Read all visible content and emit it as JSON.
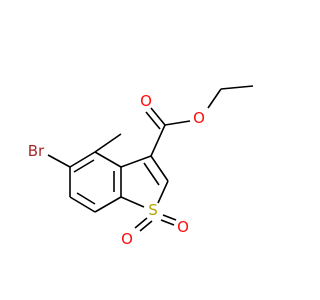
{
  "molecule": {
    "atoms": [
      {
        "id": "br",
        "symbol": "Br",
        "color": "#A62929"
      },
      {
        "id": "s1",
        "symbol": "S",
        "color": "#B2A500"
      },
      {
        "id": "o_s_down",
        "symbol": "O",
        "color": "#FF0D0D"
      },
      {
        "id": "o_s_right",
        "symbol": "O",
        "color": "#FF0D0D"
      },
      {
        "id": "o_carbonyl",
        "symbol": "O",
        "color": "#FF0D0D"
      },
      {
        "id": "o_ester",
        "symbol": "O",
        "color": "#FF0D0D"
      }
    ],
    "bond_color": "#000000"
  }
}
